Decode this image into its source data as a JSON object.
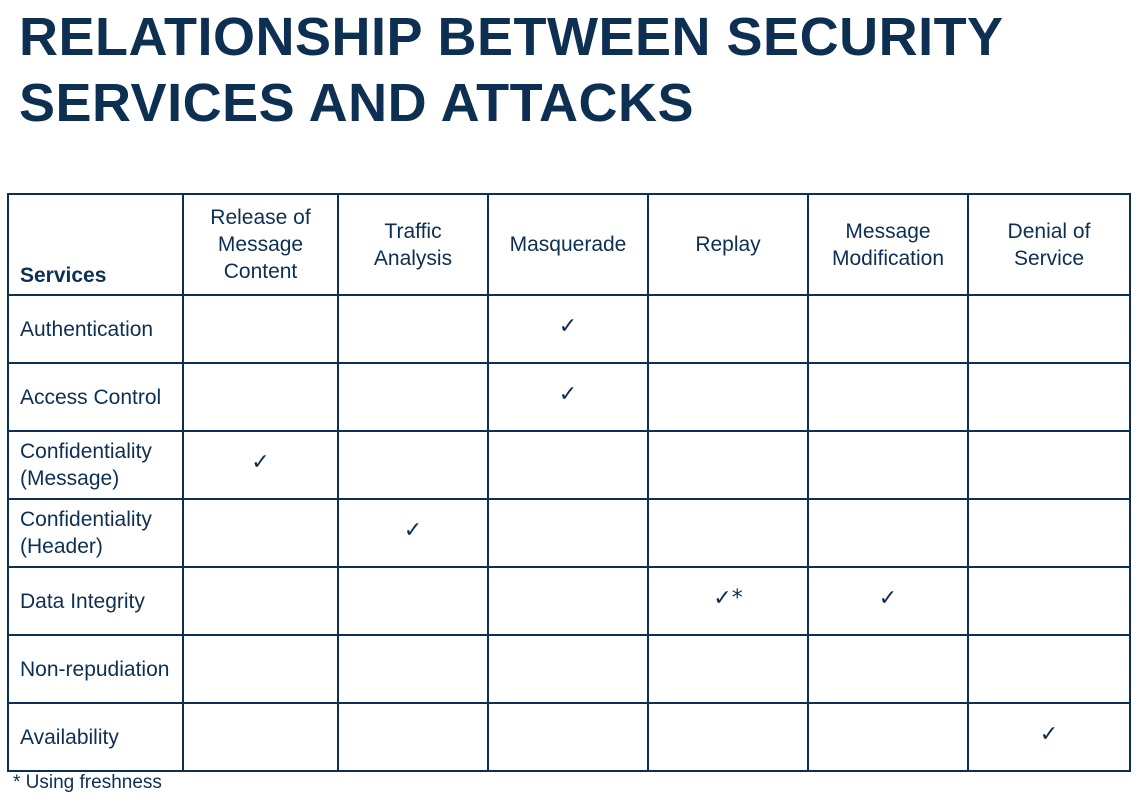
{
  "title": {
    "line1": "RELATIONSHIP BETWEEN SECURITY",
    "line2": "SERVICES AND ATTACKS"
  },
  "table": {
    "corner_header": "Services",
    "attacks": [
      "Release of Message Content",
      "Traffic Analysis",
      "Masquerade",
      "Replay",
      "Message Modification",
      "Denial of Service"
    ],
    "rows": [
      {
        "service": "Authentication",
        "cells": [
          "",
          "",
          "✓",
          "",
          "",
          ""
        ]
      },
      {
        "service": "Access Control",
        "cells": [
          "",
          "",
          "✓",
          "",
          "",
          ""
        ]
      },
      {
        "service": "Confidentiality (Message)",
        "cells": [
          "✓",
          "",
          "",
          "",
          "",
          ""
        ]
      },
      {
        "service": "Confidentiality (Header)",
        "cells": [
          "",
          "✓",
          "",
          "",
          "",
          ""
        ]
      },
      {
        "service": "Data Integrity",
        "cells": [
          "",
          "",
          "",
          "✓*",
          "✓",
          ""
        ]
      },
      {
        "service": "Non-repudiation",
        "cells": [
          "",
          "",
          "",
          "",
          "",
          ""
        ]
      },
      {
        "service": "Availability",
        "cells": [
          "",
          "",
          "",
          "",
          "",
          "✓"
        ]
      }
    ]
  },
  "footnote": "* Using freshness"
}
